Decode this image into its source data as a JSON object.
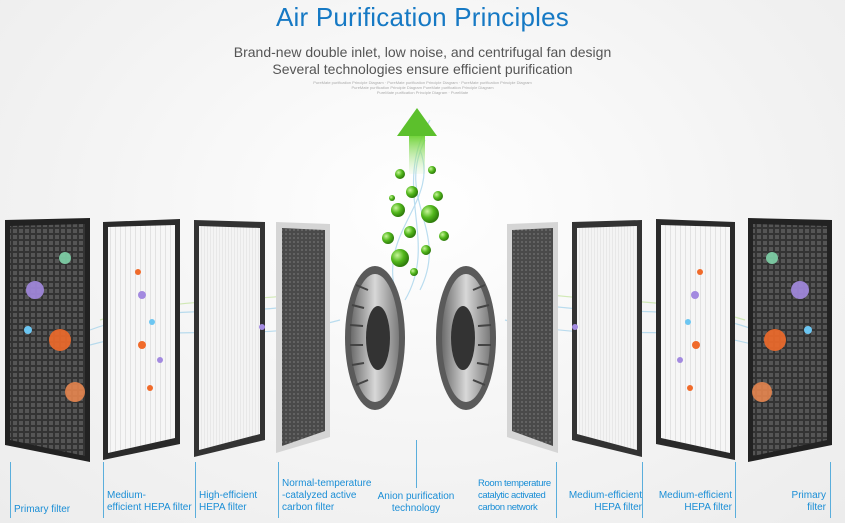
{
  "title": "Air Purification Principles",
  "subtitle": "Brand-new double inlet, low noise, and centrifugal fan design",
  "subtitle2": "Several technologies ensure efficient purification",
  "fine_print": [
    "PureMate purification Principle Diagram · PureMate purification Principle Diagram · PureMate purification Principle Diagram",
    "PureMate purification Principle Diagram PureMate purification Principle Diagram",
    "PureMate purification Principle Diagram · PureMate"
  ],
  "labels": [
    {
      "text": "Primary filter"
    },
    {
      "text": "Medium-\nefficient HEPA filter"
    },
    {
      "text": "High-efficient\nHEPA filter"
    },
    {
      "text": "Normal-temperature\n-catalyzed active\ncarbon filter"
    },
    {
      "text": "Anion purification\ntechnology"
    },
    {
      "text": "Room temperature\ncatalytic activated\ncarbon network"
    },
    {
      "text": "Medium-efficient\nHEPA filter"
    },
    {
      "text": "Medium-efficient\nHEPA filter"
    },
    {
      "text": "Primary\nfilter"
    }
  ],
  "colors": {
    "title": "#1679c4",
    "label": "#1a8ed6",
    "arrow": "#5cc02c"
  }
}
